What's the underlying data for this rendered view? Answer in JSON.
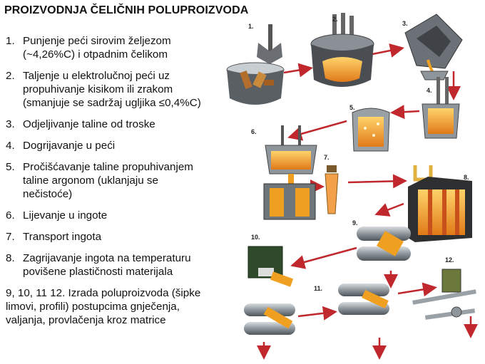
{
  "title": "PROIZVODNJA ČELIČNIH POLUPROIZVODA",
  "steps": [
    {
      "num": "1.",
      "lines": [
        "Punjenje peći sirovim željezom",
        "(~4,26%C) i otpadnim čelikom"
      ]
    },
    {
      "num": "2.",
      "lines": [
        "Taljenje u elektrolučnoj peći uz",
        "propuhivanje kisikom ili zrakom",
        "(smanjuje se sadržaj ugljika ≤0,4%C)"
      ]
    },
    {
      "num": "3.",
      "lines": [
        "Odjeljivanje taline od troske"
      ]
    },
    {
      "num": "4.",
      "lines": [
        "Dogrijavanje u peći"
      ]
    },
    {
      "num": "5.",
      "lines": [
        "Pročišćavanje taline propuhivanjem",
        "taline argonom (uklanjaju se",
        "nečistoće)"
      ]
    },
    {
      "num": "6.",
      "lines": [
        "Lijevanje u ingote"
      ]
    },
    {
      "num": "7.",
      "lines": [
        "Transport ingota"
      ]
    },
    {
      "num": "8.",
      "lines": [
        "Zagrijavanje ingota na temperaturu",
        "povišene plastičnosti materijala"
      ]
    },
    {
      "num": "",
      "lines": [
        "9, 10, 11 12. Izrada poluproizvoda (šipke",
        "limovi, profili) postupcima gnječenja,",
        "valjanja, provlačenja kroz matrice"
      ]
    }
  ],
  "diagram_labels": [
    "1.",
    "2.",
    "3.",
    "4.",
    "5.",
    "6.",
    "7.",
    "8.",
    "9.",
    "10.",
    "11.",
    "12."
  ],
  "colors": {
    "arrow": "#c0282d",
    "steel": "#8e969c",
    "molten": "#f0a020",
    "furnace": "#5a5f64",
    "heat": "#d0602a",
    "green": "#2f4a2a"
  }
}
